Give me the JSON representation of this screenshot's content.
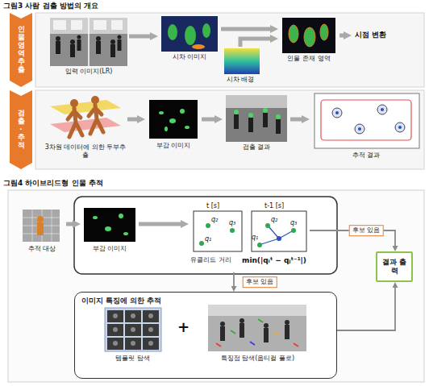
{
  "diagram": {
    "nodes": [
      {
        "text": [
          "인물 영역 추출"
        ]
      },
      {
        "text": [
          "입력 이미지(LR)"
        ]
      },
      {
        "text": [
          "시차 이미지"
        ]
      },
      {
        "text": [
          "시차 배경"
        ]
      },
      {
        "text": [
          "인물 존재 영역"
        ]
      },
      {
        "text": [
          "검출·추적"
        ]
      },
      {
        "text": [
          "3차원 데이터에 의한 두부추출"
        ]
      },
      {
        "text": [
          "부감 이미지"
        ]
      },
      {
        "text": [
          "검출 결과"
        ]
      },
      {
        "text": [
          "추적 결과"
        ]
      },
      {
        "text": [
          "추적 대상"
        ]
      },
      {
        "text": [
          "부감 이미지"
        ]
      },
      {
        "text": [
          "유클리드 거리"
        ]
      },
      {
        "text": [
          "결과 출력"
        ]
      },
      {
        "text": [
          "이미지 특징에 의한 추적"
        ]
      },
      {
        "text": [
          "템플릿 탐색"
        ],
        "in": 14
      },
      {
        "text": [
          "특징점 탐색(옵티컬 플로)"
        ],
        "in": 14
      }
    ],
    "edges": [
      {
        "from": 1,
        "to": 2,
        "arrow": "to"
      },
      {
        "from": 2,
        "to": 4,
        "arrow": "to"
      },
      {
        "from": 3,
        "to": 4,
        "arrow": "to"
      },
      {
        "from": 6,
        "to": 7,
        "arrow": "to"
      },
      {
        "from": 7,
        "to": 8,
        "arrow": "to"
      },
      {
        "from": 8,
        "to": 9,
        "arrow": "to"
      },
      {
        "from": 10,
        "to": 11,
        "arrow": "to"
      },
      {
        "from": 11,
        "to": 12,
        "arrow": "to"
      },
      {
        "from": 12,
        "to": 13,
        "label": "후보 있음",
        "arrow": "to"
      },
      {
        "from": 12,
        "to": 14,
        "label": "후보 있음",
        "arrow": "to"
      },
      {
        "from": 14,
        "to": 13,
        "arrow": "to"
      }
    ],
    "labels": [
      "그림3 사람 검출 방법의 개요",
      "시점 변환",
      "그림4 하이브리드형 인물 추적",
      "t [s]",
      "t-1 [s]",
      "q₂",
      "q₃",
      "q₁",
      "q₂",
      "q₃",
      "q₁",
      "min(|qᵢᵗ − qⱼᵗ⁻¹|)",
      "+"
    ]
  }
}
